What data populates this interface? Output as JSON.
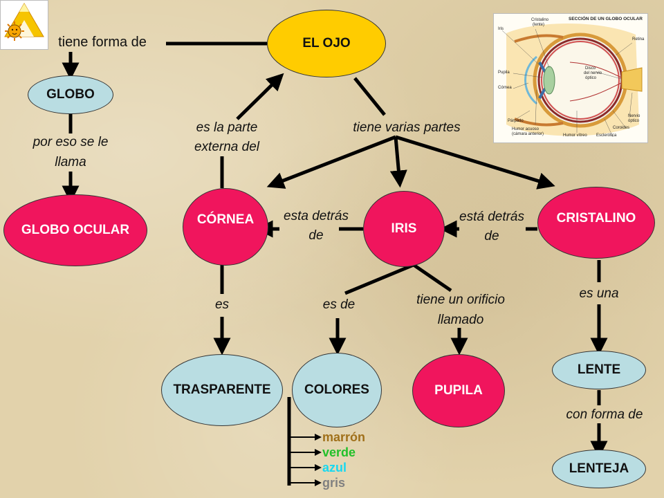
{
  "nodes": {
    "el_ojo": "EL OJO",
    "globo": "GLOBO",
    "globo_ocular": "GLOBO OCULAR",
    "cornea": "CÓRNEA",
    "iris": "IRIS",
    "cristalino": "CRISTALINO",
    "trasparente": "TRASPARENTE",
    "colores": "COLORES",
    "pupila": "PUPILA",
    "lente": "LENTE",
    "lenteja": "LENTEJA"
  },
  "links": {
    "tiene_forma_de": "tiene forma de",
    "por_eso_1": "por eso se le",
    "por_eso_2": "llama",
    "parte_externa_1": "es la parte",
    "parte_externa_2": "externa del",
    "varias_partes": "tiene varias partes",
    "detras_1a": "esta detrás",
    "detras_1b": "de",
    "detras_2a": "está detrás",
    "detras_2b": "de",
    "es": "es",
    "es_de": "es de",
    "orificio_1": "tiene un orificio",
    "orificio_2": "llamado",
    "es_una": "es una",
    "con_forma_de": "con forma de"
  },
  "colors_list": [
    {
      "label": "marrón",
      "color": "#a0701a"
    },
    {
      "label": "verde",
      "color": "#22c02a"
    },
    {
      "label": "azul",
      "color": "#18d8f0"
    },
    {
      "label": "gris",
      "color": "#808080"
    }
  ],
  "eye_image": {
    "title": "SECCIÓN DE UN GLOBO OCULAR",
    "labels": {
      "cristalino": "Cristalino",
      "lente": "(lente)",
      "iris": "Iris",
      "retina": "Retina",
      "pupila": "Pupila",
      "cornea": "Córnea",
      "disco": "Disco",
      "del_nervio": "del nervio",
      "optico": "óptico",
      "parpado": "Párpado",
      "humor_acuoso": "Humor acuoso",
      "camara": "(cámara anterior)",
      "humor_vitreo": "Humor vítreo",
      "nervio": "Nervio",
      "nervio_optico": "óptico",
      "coroides": "Coroides",
      "esclerotica": "Esclerótica"
    }
  },
  "palette": {
    "pink": "#f0155d",
    "light_blue": "#b9dde2",
    "gold": "#ffcc00",
    "background": "#e2d2ab"
  }
}
